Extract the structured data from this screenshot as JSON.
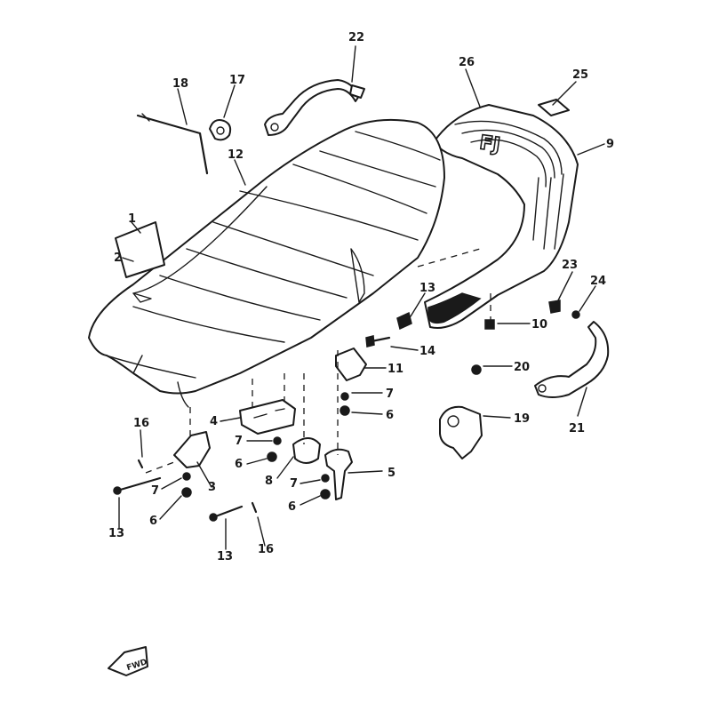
{
  "diagram": {
    "ink_color": "#1a1a1a",
    "background": "#ffffff",
    "seat_emblem_text": "FJ",
    "callouts": {
      "c1": "1",
      "c2": "2",
      "c3": "3",
      "c4": "4",
      "c5": "5",
      "c6a": "6",
      "c6b": "6",
      "c6c": "6",
      "c6d": "6",
      "c7a": "7",
      "c7b": "7",
      "c7c": "7",
      "c7d": "7",
      "c8": "8",
      "c9": "9",
      "c10": "10",
      "c11": "11",
      "c12": "12",
      "c13a": "13",
      "c13b": "13",
      "c13c": "13",
      "c14": "14",
      "c16a": "16",
      "c16b": "16",
      "c17": "17",
      "c18": "18",
      "c19": "19",
      "c20": "20",
      "c21": "21",
      "c22": "22",
      "c23": "23",
      "c24": "24",
      "c25": "25",
      "c26": "26"
    },
    "front_arrow": {
      "icon": "front-direction-arrow-icon",
      "label": "FWD"
    }
  }
}
